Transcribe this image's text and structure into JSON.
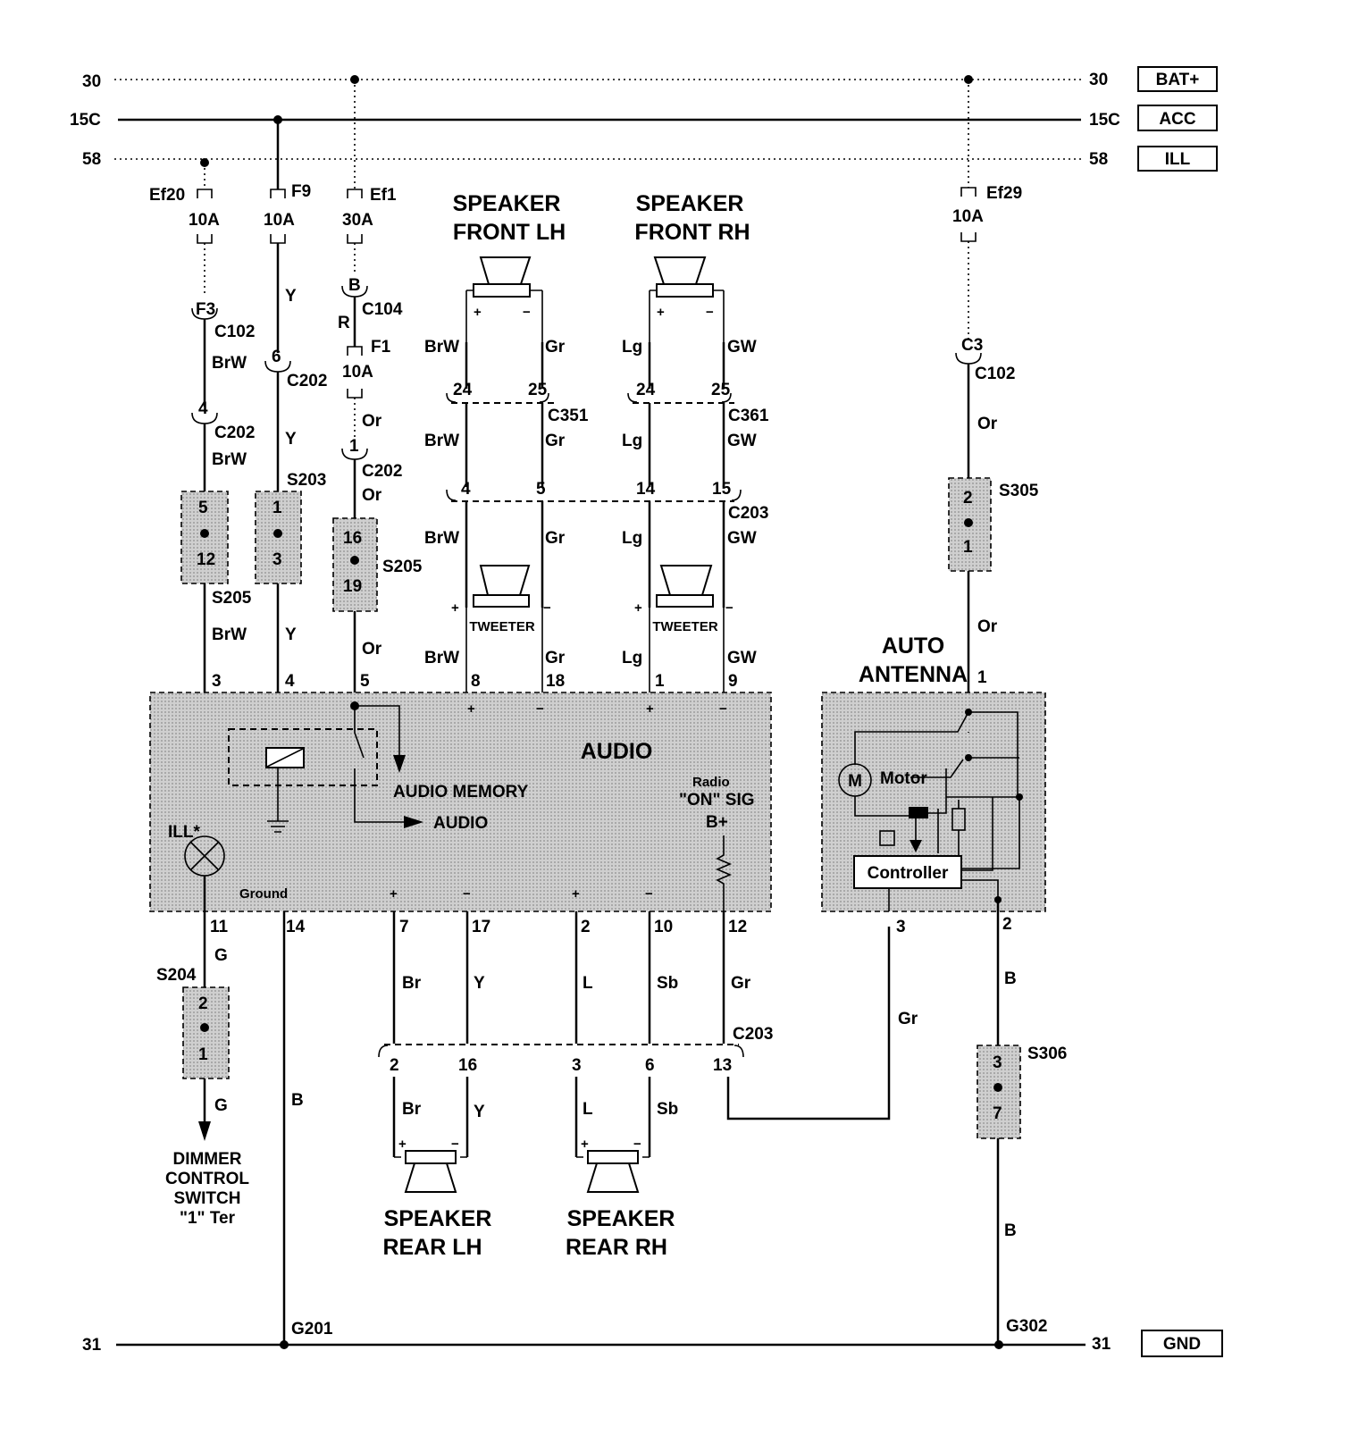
{
  "rails": {
    "r30": "30",
    "r15c": "15C",
    "r58": "58",
    "r31": "31",
    "bat": "BAT+",
    "acc": "ACC",
    "ill": "ILL",
    "gnd": "GND"
  },
  "fuses": {
    "ef20": "Ef20",
    "ef20_rating": "10A",
    "f9": "F9",
    "f9_rating": "10A",
    "ef1": "Ef1",
    "ef1_rating": "30A",
    "f1": "F1",
    "f1_rating": "10A",
    "ef29": "Ef29",
    "ef29_rating": "10A"
  },
  "connectors": {
    "c102": "C102",
    "c202": "C202",
    "c104": "C104",
    "c351": "C351",
    "c361": "C361",
    "c203": "C203",
    "s203": "S203",
    "s205": "S205",
    "s204": "S204",
    "s305": "S305",
    "s306": "S306",
    "g201": "G201",
    "g302": "G302",
    "pin_f3": "F3",
    "pin_c3": "C3",
    "pin_b": "B"
  },
  "wires": {
    "brw": "BrW",
    "y": "Y",
    "r": "R",
    "or": "Or",
    "gr": "Gr",
    "lg": "Lg",
    "gw": "GW",
    "g": "G",
    "b": "B",
    "br": "Br",
    "l": "L",
    "sb": "Sb"
  },
  "pins": {
    "p1": "1",
    "p2": "2",
    "p3": "3",
    "p4": "4",
    "p5": "5",
    "p6": "6",
    "p7": "7",
    "p8": "8",
    "p9": "9",
    "p10": "10",
    "p11": "11",
    "p12": "12",
    "p13": "13",
    "p14": "14",
    "p15": "15",
    "p16": "16",
    "p17": "17",
    "p18": "18",
    "p19": "19",
    "p24": "24",
    "p25": "25"
  },
  "components": {
    "speaker": "SPEAKER",
    "front_lh": "FRONT LH",
    "front_rh": "FRONT RH",
    "rear_lh": "REAR LH",
    "rear_rh": "REAR RH",
    "tweeter": "TWEETER",
    "audio": "AUDIO",
    "audio_memory": "AUDIO MEMORY",
    "audio_out": "AUDIO",
    "radio": "Radio",
    "on_sig": "\"ON\" SIG",
    "b_plus": "B+",
    "ill_star": "ILL*",
    "ground": "Ground",
    "auto": "AUTO",
    "antenna": "ANTENNA",
    "motor": "Motor",
    "m": "M",
    "controller": "Controller",
    "dimmer": "DIMMER",
    "control": "CONTROL",
    "switch": "SWITCH",
    "ter": "\"1\" Ter",
    "plus": "+",
    "minus": "−"
  }
}
